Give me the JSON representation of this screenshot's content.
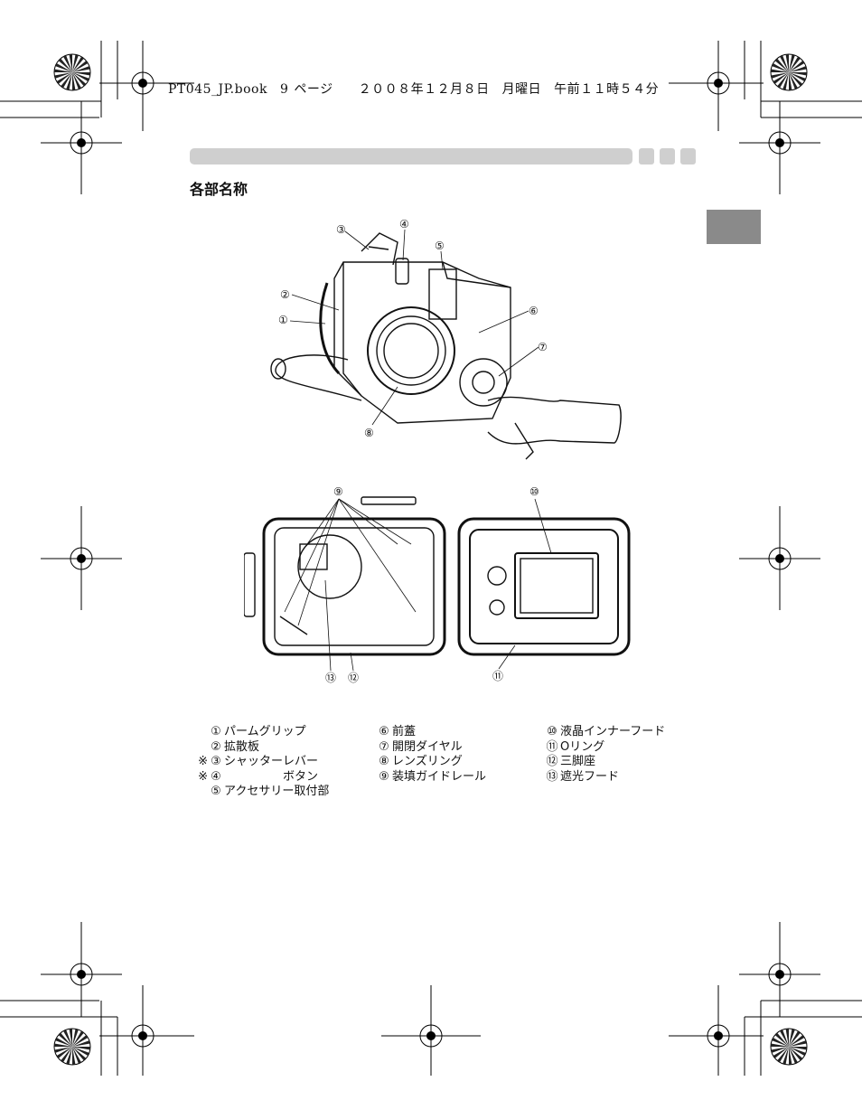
{
  "header": {
    "file": "PT045_JP.book",
    "page": "9",
    "page_unit": "ページ",
    "date": "２００８年１２月８日",
    "weekday": "月曜日",
    "time": "午前１１時５４分"
  },
  "section": {
    "title": "各部名称"
  },
  "figure": {
    "callouts_front": [
      "③",
      "④",
      "⑤",
      "②",
      "⑥",
      "①",
      "⑦",
      "⑧"
    ],
    "callouts_open": [
      "⑨",
      "⑩",
      "⑬",
      "⑫",
      "⑪"
    ]
  },
  "legend": {
    "col1": [
      {
        "mark": "",
        "num": "①",
        "label": "パームグリップ"
      },
      {
        "mark": "",
        "num": "②",
        "label": "拡散板"
      },
      {
        "mark": "※",
        "num": "③",
        "label": "シャッターレバー"
      },
      {
        "mark": "※",
        "num": "④",
        "label": "　　　　　ボタン"
      },
      {
        "mark": "",
        "num": "⑤",
        "label": "アクセサリー取付部"
      }
    ],
    "col2": [
      {
        "mark": "",
        "num": "⑥",
        "label": "前蓋"
      },
      {
        "mark": "",
        "num": "⑦",
        "label": "開閉ダイヤル"
      },
      {
        "mark": "",
        "num": "⑧",
        "label": "レンズリング"
      },
      {
        "mark": "",
        "num": "⑨",
        "label": "装填ガイドレール"
      }
    ],
    "col3": [
      {
        "mark": "",
        "num": "⑩",
        "label": "液晶インナーフード"
      },
      {
        "mark": "",
        "num": "⑪",
        "label": "Oリング"
      },
      {
        "mark": "",
        "num": "⑫",
        "label": "三脚座"
      },
      {
        "mark": "",
        "num": "⑬",
        "label": "遮光フード"
      }
    ]
  },
  "colors": {
    "banner": "#cfcfcf",
    "side_tab": "#8a8a8a"
  }
}
